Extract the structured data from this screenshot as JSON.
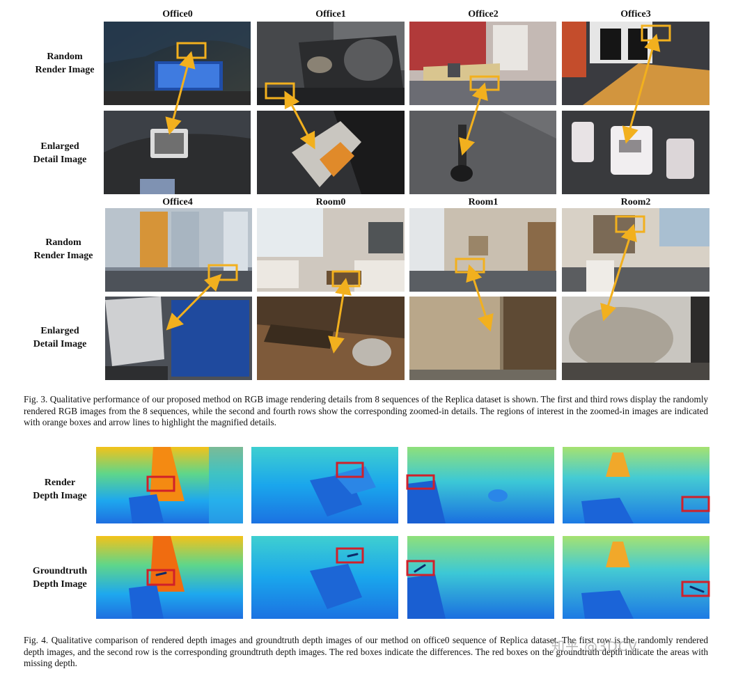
{
  "figure3": {
    "columns_top": [
      "Office0",
      "Office1",
      "Office2",
      "Office3"
    ],
    "columns_bottom": [
      "Office4",
      "Room0",
      "Room1",
      "Room2"
    ],
    "row_labels": {
      "render": [
        "Random",
        "Render Image"
      ],
      "detail": [
        "Enlarged",
        "Detail Image"
      ]
    },
    "caption": "Fig. 3.  Qualitative performance of our proposed method on RGB image rendering details from 8 sequences of the Replica dataset is shown. The first and third rows display the randomly rendered RGB images from the 8 sequences, while the second and fourth rows show the corresponding zoomed-in details. The regions of interest in the zoomed-in images are indicated with orange boxes and arrow lines to highlight the magnified details."
  },
  "figure4": {
    "row_labels": {
      "render": [
        "Render",
        "Depth Image"
      ],
      "groundtruth": [
        "Groundtruth",
        "Depth Image"
      ]
    },
    "caption": "Fig. 4.  Qualitative comparison of rendered depth images and groundtruth depth images of our method on office0 sequence of Replica dataset. The first row is the randomly rendered depth images, and the second row is the corresponding groundtruth depth images. The red boxes indicate the differences. The red boxes on the groundtruth depth indicate the areas with missing depth."
  },
  "colors": {
    "highlight_orange": "#f2b01e",
    "difference_red": "#d0202a",
    "depth_blue": "#1e7be6",
    "depth_yellow": "#f4d21a"
  },
  "watermark": "知乎 @3DCV"
}
